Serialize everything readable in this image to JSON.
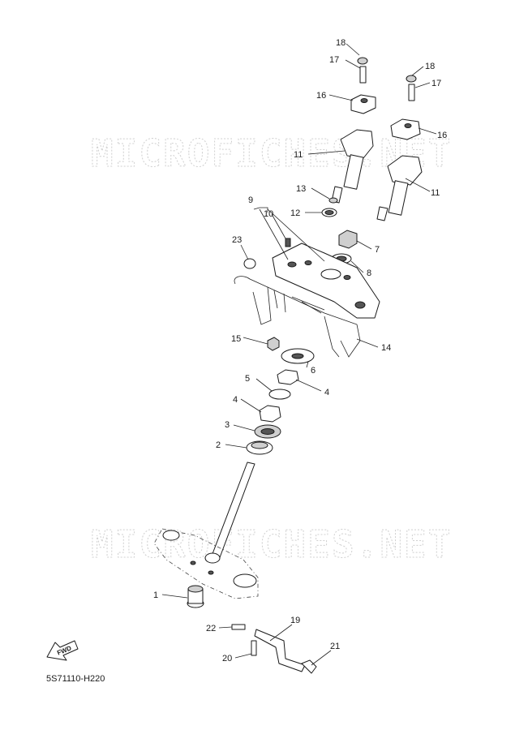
{
  "watermark": "MICROFICHES.NET",
  "diagram_code": "5S71110-H220",
  "fwd_label": "FWD",
  "callouts": [
    {
      "id": "c18a",
      "label": "18"
    },
    {
      "id": "c17a",
      "label": "17"
    },
    {
      "id": "c16a",
      "label": "16"
    },
    {
      "id": "c18b",
      "label": "18"
    },
    {
      "id": "c17b",
      "label": "17"
    },
    {
      "id": "c16b",
      "label": "16"
    },
    {
      "id": "c11a",
      "label": "11"
    },
    {
      "id": "c11b",
      "label": "11"
    },
    {
      "id": "c13",
      "label": "13"
    },
    {
      "id": "c9",
      "label": "9"
    },
    {
      "id": "c10",
      "label": "10"
    },
    {
      "id": "c12",
      "label": "12"
    },
    {
      "id": "c23",
      "label": "23"
    },
    {
      "id": "c7",
      "label": "7"
    },
    {
      "id": "c8",
      "label": "8"
    },
    {
      "id": "c15",
      "label": "15"
    },
    {
      "id": "c14",
      "label": "14"
    },
    {
      "id": "c6",
      "label": "6"
    },
    {
      "id": "c5",
      "label": "5"
    },
    {
      "id": "c4a",
      "label": "4"
    },
    {
      "id": "c4b",
      "label": "4"
    },
    {
      "id": "c3",
      "label": "3"
    },
    {
      "id": "c2",
      "label": "2"
    },
    {
      "id": "c1",
      "label": "1"
    },
    {
      "id": "c22",
      "label": "22"
    },
    {
      "id": "c19",
      "label": "19"
    },
    {
      "id": "c20",
      "label": "20"
    },
    {
      "id": "c21",
      "label": "21"
    }
  ]
}
